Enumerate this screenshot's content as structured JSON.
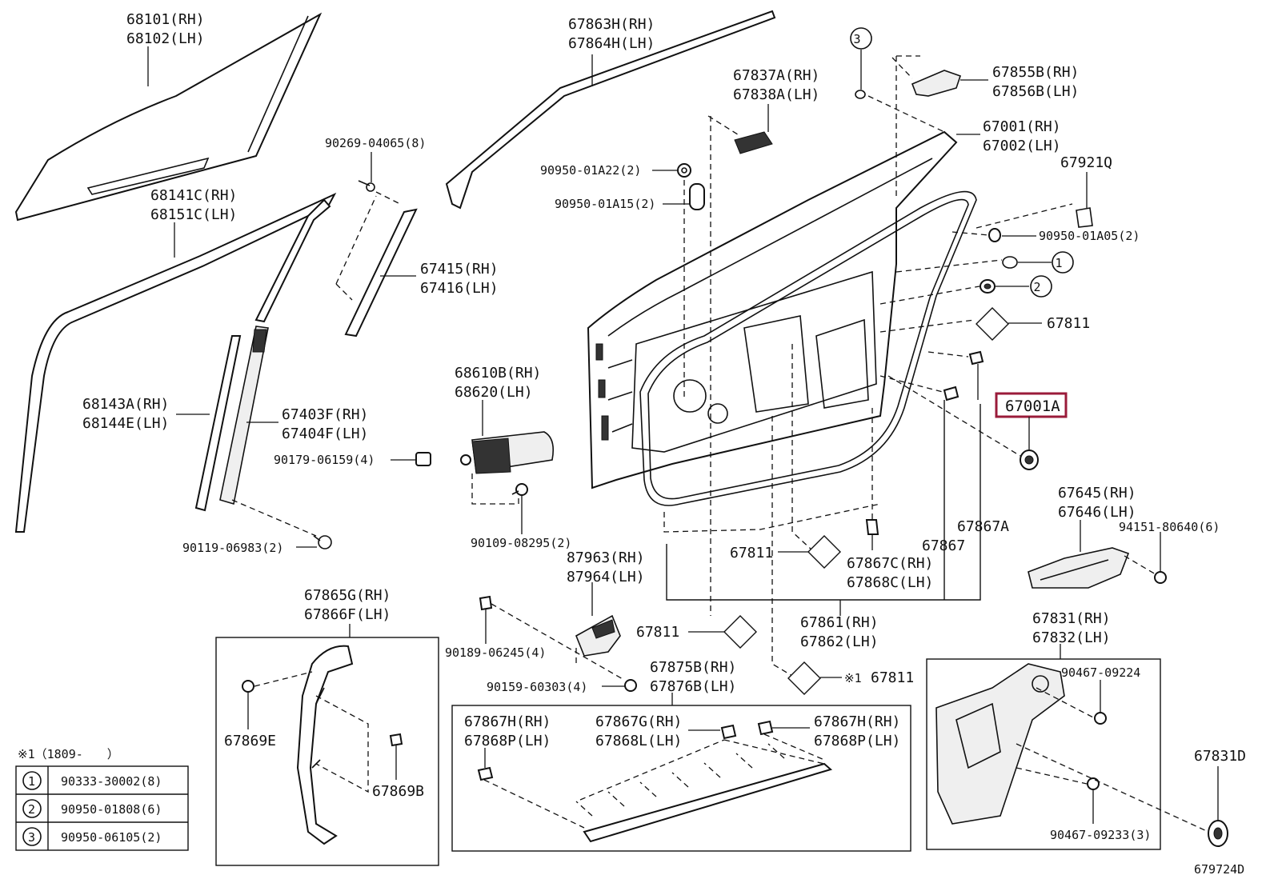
{
  "diagram": {
    "colors": {
      "line": "#111111",
      "highlight": "#9a1b3a",
      "background": "#ffffff"
    },
    "figure_id": "679724D",
    "highlighted_part": "67001A",
    "labels": {
      "glass_rh": "68101(RH)",
      "glass_lh": "68102(LH)",
      "run_rh": "68141C(RH)",
      "run_lh": "68151C(LH)",
      "div_rh": "68143A(RH)",
      "div_lh": "68144E(LH)",
      "frame_rh": "67403F(RH)",
      "frame_lh": "67404F(LH)",
      "screw_90119": "90119-06983(2)",
      "screw_90269": "90269-04065(8)",
      "mold_67415": "67415(RH)",
      "mold_67416": "67416(LH)",
      "mold_67863": "67863H(RH)",
      "mold_67864": "67864H(LH)",
      "plug_01A22": "90950-01A22(2)",
      "plug_01A15": "90950-01A15(2)",
      "mold_67837": "67837A(RH)",
      "mold_67838": "67838A(LH)",
      "hinge_68610": "68610B(RH)",
      "hinge_68620": "68620(LH)",
      "nut_90179": "90179-06159(4)",
      "bolt_90109": "90109-08295(2)",
      "bracket_87963": "87963(RH)",
      "bracket_87964": "87964(LH)",
      "clip_90189": "90189-06245(4)",
      "clip_90159": "90159-60303(4)",
      "door_rh": "67001(RH)",
      "door_lh": "67002(LH)",
      "mold_67855": "67855B(RH)",
      "mold_67856": "67856B(LH)",
      "part_67921Q": "67921Q",
      "plug_01A05": "90950-01A05(2)",
      "circle1": "1",
      "circle2": "2",
      "circle3": "3",
      "seal_67811": "67811",
      "part_67001A": "67001A",
      "clip_67867A": "67867A",
      "clip_67867": "67867",
      "clip_67867C": "67867C(RH)",
      "clip_67868C": "67868C(LH)",
      "weather_67861": "67861(RH)",
      "weather_67862": "67862(LH)",
      "note_mark": "※1",
      "panel_67645": "67645(RH)",
      "panel_67646": "67646(LH)",
      "nut_94151": "94151-80640(6)",
      "trim_67865": "67865G(RH)",
      "trim_67866": "67866F(LH)",
      "clip_67869E": "67869E",
      "clip_67869B": "67869B",
      "mold_67875": "67875B(RH)",
      "mold_67876": "67876B(LH)",
      "clip_67867H": "67867H(RH)",
      "clip_67868P": "67868P(LH)",
      "clip_67867G": "67867G(RH)",
      "clip_67868L": "67868L(LH)",
      "check_67831": "67831(RH)",
      "check_67832": "67832(LH)",
      "screw_90467a": "90467-09224",
      "screw_90467b": "90467-09233(3)",
      "part_67831D": "67831D"
    },
    "note_title": "※1（1809-　　）",
    "legend": [
      {
        "num": "1",
        "part": "90333-30002(8)"
      },
      {
        "num": "2",
        "part": "90950-01808(6)"
      },
      {
        "num": "3",
        "part": "90950-06105(2)"
      }
    ]
  }
}
